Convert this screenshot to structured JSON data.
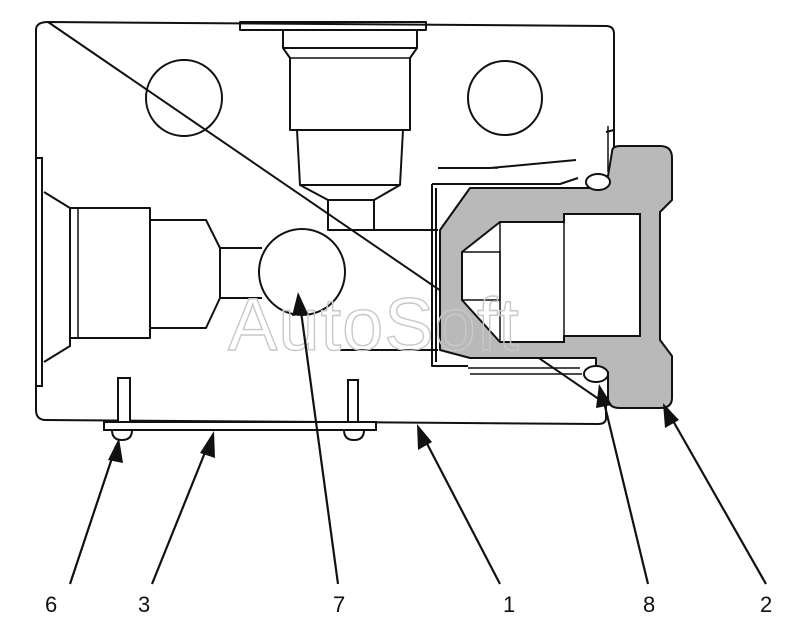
{
  "watermark": "AutoSoft",
  "callouts": [
    {
      "id": "6",
      "label": "6"
    },
    {
      "id": "3",
      "label": "3"
    },
    {
      "id": "7",
      "label": "7"
    },
    {
      "id": "1",
      "label": "1"
    },
    {
      "id": "8",
      "label": "8"
    },
    {
      "id": "2",
      "label": "2"
    }
  ]
}
